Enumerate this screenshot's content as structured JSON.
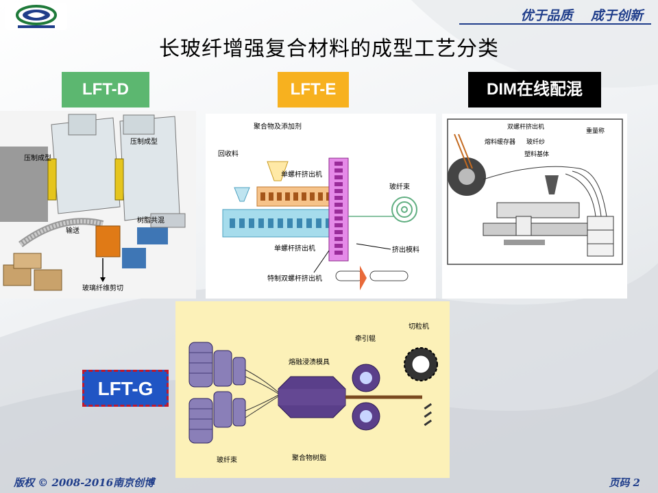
{
  "header": {
    "slogan": "优于品质    成于创新",
    "title": "长玻纤增强复合材料的成型工艺分类"
  },
  "labels": {
    "lft_d": "LFT-D",
    "lft_e": "LFT-E",
    "dim": "DIM在线配混",
    "lft_g": "LFT-G"
  },
  "diagram_lft_d": {
    "press_left": "压制成型",
    "press_right": "压制成型",
    "conveyor": "输送",
    "mixing": "树脂共混",
    "cutting": "玻璃纤维剪切"
  },
  "diagram_lft_e": {
    "additives": "聚合物及添加剂",
    "recycled": "回收料",
    "single_screw_top": "单螺杆挤出机",
    "fiber_bundle": "玻纤束",
    "single_screw_bottom": "单螺杆挤出机",
    "extrudate": "挤出模料",
    "twin_screw": "特制双螺杆挤出机"
  },
  "diagram_dim": {
    "twin_screw": "双螺杆挤出机",
    "melt_buffer": "熔料缓存器",
    "glass_fiber": "玻纤纱",
    "plastic_base": "塑料基体",
    "weigher": "重量称"
  },
  "diagram_lft_g": {
    "melt_die": "熔融浸渍模具",
    "puller": "牵引辊",
    "pelletizer": "切粒机",
    "fiber_bundle": "玻纤束",
    "polymer_resin": "聚合物树脂"
  },
  "footer": {
    "copyright": "版权 © 2008-2016南京创博",
    "page": "页码 2"
  },
  "colors": {
    "lft_d": "#5cb770",
    "lft_e": "#f7b11f",
    "dim": "#000000",
    "lft_g": "#2055c4",
    "lft_g_border": "#c0182a",
    "brand_blue": "#1f3d8a"
  }
}
